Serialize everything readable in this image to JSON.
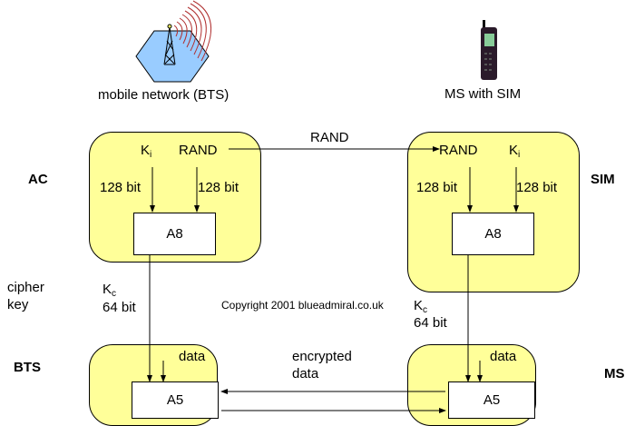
{
  "top": {
    "network_label": "mobile network (BTS)",
    "network_icon": "radio-tower-icon",
    "ms_label": "MS with SIM",
    "ms_icon": "mobile-phone-icon"
  },
  "side_labels": {
    "ac": "AC",
    "sim": "SIM",
    "bts": "BTS",
    "ms": "MS",
    "cipher_key_line1": "cipher",
    "cipher_key_line2": "key"
  },
  "ac_panel": {
    "ki": "K",
    "ki_sub": "i",
    "rand": "RAND",
    "ki_bits": "128 bit",
    "rand_bits": "128 bit",
    "algo": "A8"
  },
  "sim_panel": {
    "rand": "RAND",
    "ki": "K",
    "ki_sub": "i",
    "rand_bits": "128 bit",
    "ki_bits": "128 bit",
    "algo": "A8"
  },
  "rand_transfer_label": "RAND",
  "kc_left": {
    "k": "K",
    "sub": "c",
    "bits": "64 bit"
  },
  "kc_right": {
    "k": "K",
    "sub": "c",
    "bits": "64 bit"
  },
  "copyright": "Copyright 2001 blueadmiral.co.uk",
  "bts_panel": {
    "data": "data",
    "algo": "A5"
  },
  "ms_panel": {
    "data": "data",
    "algo": "A5"
  },
  "encrypted_line1": "encrypted",
  "encrypted_line2": "data",
  "colors": {
    "panel": "#ffff99",
    "hexagon": "#99ccff",
    "waves": "#b03030"
  }
}
